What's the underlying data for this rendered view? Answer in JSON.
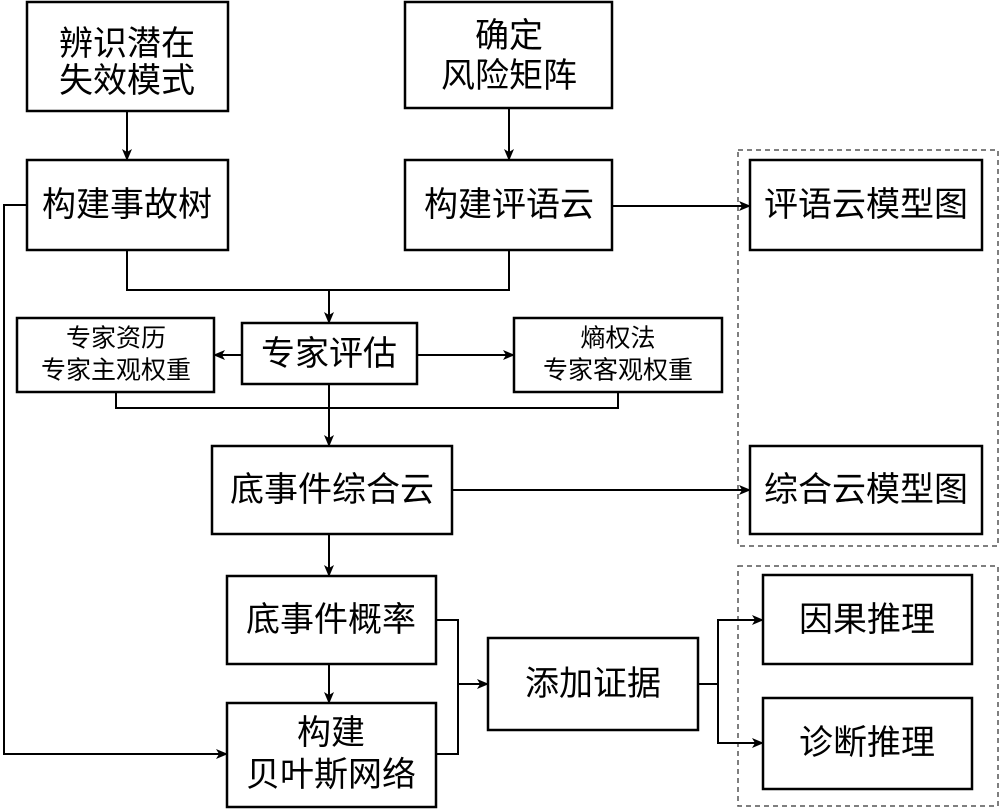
{
  "nodes": {
    "identify_failure_modes": [
      "辨识潜在",
      "失效模式"
    ],
    "determine_risk_matrix": [
      "确定",
      "风险矩阵"
    ],
    "build_fault_tree": "构建事故树",
    "build_comment_cloud": "构建评语云",
    "comment_cloud_model_chart": "评语云模型图",
    "expert_experience_weights": [
      "专家资历",
      "专家主观权重"
    ],
    "expert_assessment": "专家评估",
    "entropy_weights": [
      "熵权法",
      "专家客观权重"
    ],
    "basic_event_cloud": "底事件综合云",
    "composite_cloud_model_chart": "综合云模型图",
    "basic_event_probability": "底事件概率",
    "add_evidence": "添加证据",
    "causal_reasoning": "因果推理",
    "build_bayesian_network": [
      "构建",
      "贝叶斯网络"
    ],
    "diagnostic_reasoning": "诊断推理"
  }
}
